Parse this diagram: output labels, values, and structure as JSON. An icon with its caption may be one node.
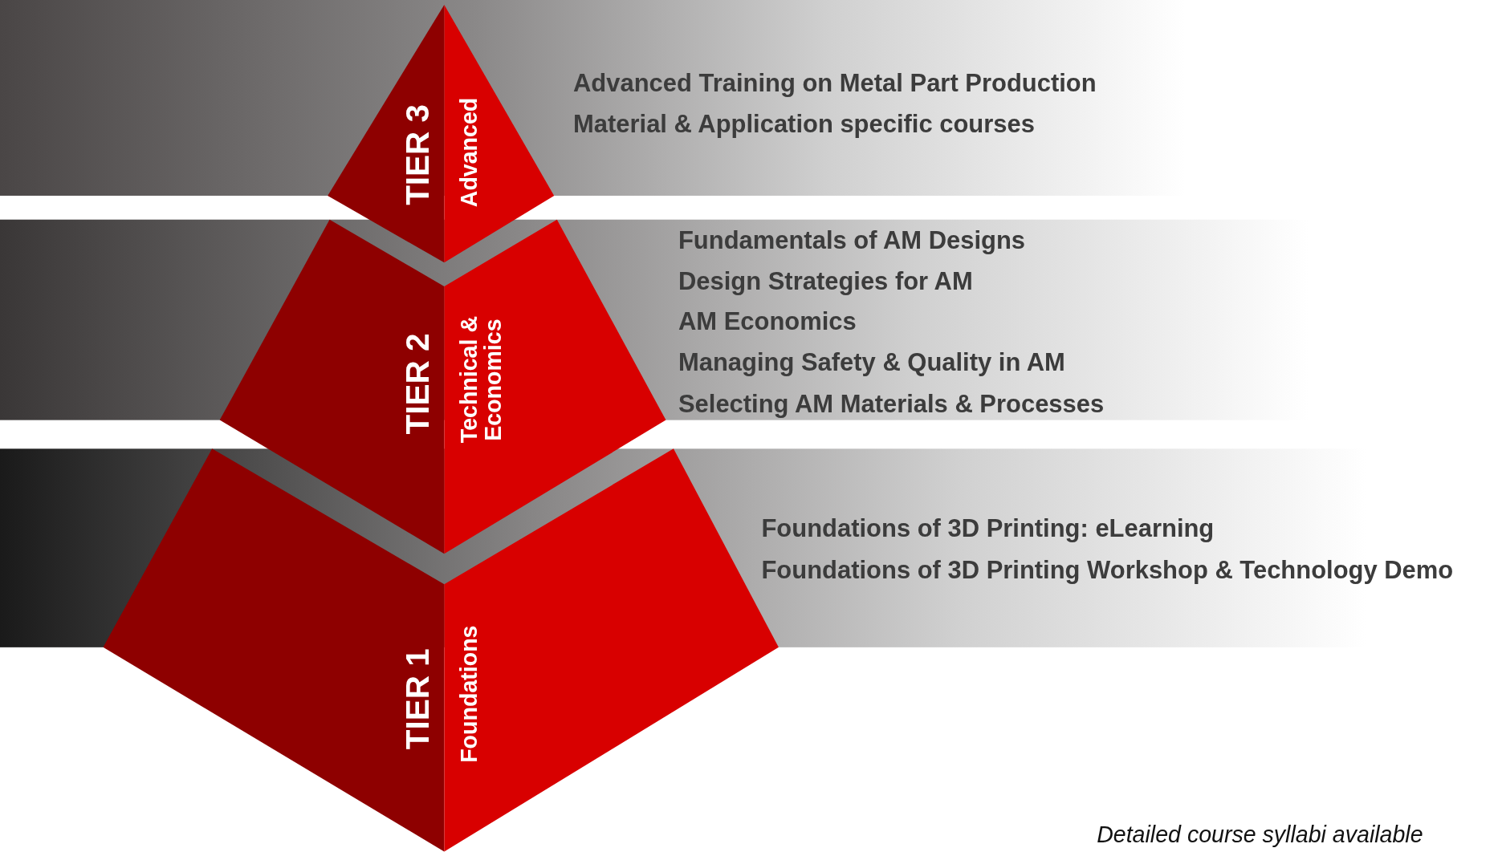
{
  "diagram": {
    "caption": "Detailed course syllabi available",
    "nodes": [
      {
        "text": [
          "TIER 3",
          "Advanced"
        ]
      },
      {
        "text": [
          "Advanced Training on Metal Part Production",
          "Material & Application specific courses"
        ]
      },
      {
        "text": [
          "TIER 2",
          "Technical & Economics"
        ]
      },
      {
        "text": [
          "Fundamentals of AM Designs",
          "Design Strategies for AM",
          "AM Economics",
          "Managing Safety & Quality in AM",
          "Selecting AM Materials & Processes"
        ]
      },
      {
        "text": [
          "TIER 1",
          "Foundations"
        ]
      },
      {
        "text": [
          "Foundations of 3D Printing: eLearning",
          "Foundations of 3D Printing Workshop & Technology Demo"
        ]
      }
    ]
  }
}
